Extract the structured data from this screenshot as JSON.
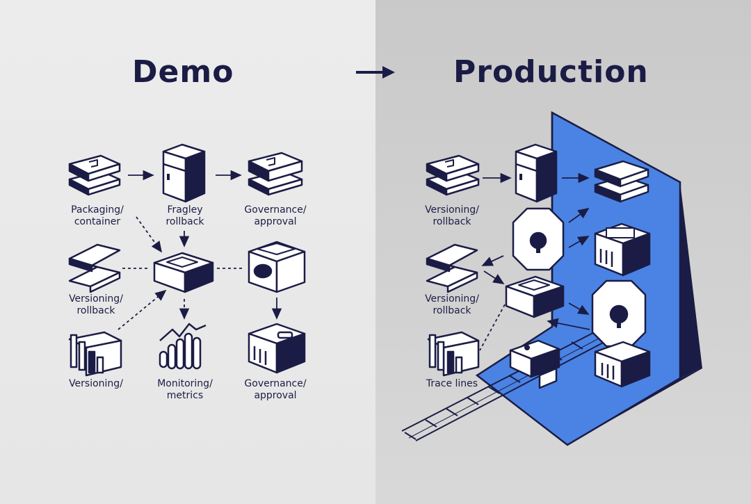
{
  "titles": {
    "left": "Demo",
    "right": "Production"
  },
  "demo_labels": {
    "packaging_1": "Packaging/",
    "packaging_2": "container",
    "rollback_1": "Fragley",
    "rollback_2": "rollback",
    "governance_1": "Governance/",
    "governance_2": "approval",
    "versioning_1": "Versioning/",
    "versioning_2": "rollback",
    "versioning_bottom": "Versioning/",
    "monitoring_1": "Monitoring/",
    "monitoring_2": "metrics",
    "governance_b1": "Governance/",
    "governance_b2": "approval"
  },
  "prod_labels": {
    "versioning_1": "Versioning/",
    "versioning_2": "rollback",
    "versioning_b1": "Versioning/",
    "versioning_b2": "rollback",
    "trace": "Trace lines"
  },
  "colors": {
    "ink": "#1b1c45",
    "accent": "#4a83e3",
    "left_bg": "#e9e9e9",
    "right_bg": "#cfcfcf"
  }
}
